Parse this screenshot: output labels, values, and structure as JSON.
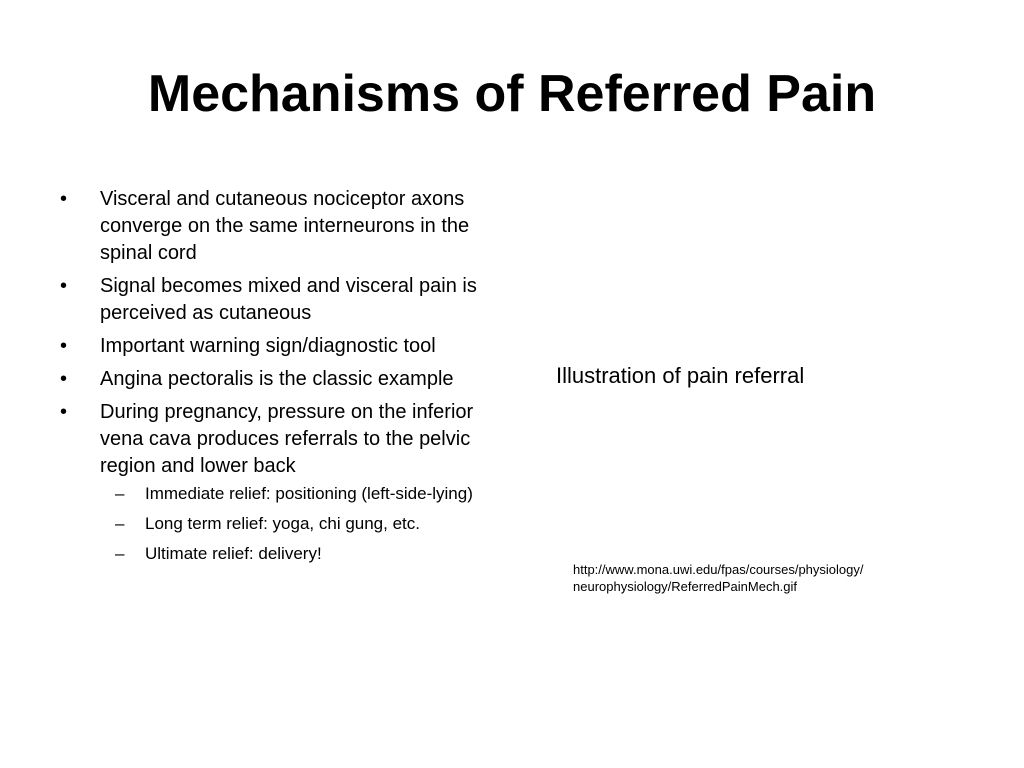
{
  "slide": {
    "title": "Mechanisms of Referred Pain",
    "bullet_marker": "•",
    "sub_marker": "–",
    "bullets": [
      {
        "text": "Visceral and cutaneous nociceptor axons converge on the same interneurons in the spinal cord"
      },
      {
        "text": "Signal becomes mixed and visceral pain is perceived as cutaneous"
      },
      {
        "text": "Important warning sign/diagnostic tool"
      },
      {
        "text": "Angina pectoralis is the classic example"
      },
      {
        "text": "During pregnancy, pressure on the inferior vena cava produces referrals to the pelvic region and lower back",
        "sub": [
          "Immediate relief: positioning (left-side-lying)",
          "Long term relief: yoga, chi gung, etc.",
          "Ultimate relief: delivery!"
        ]
      }
    ],
    "image_caption": "Illustration of pain referral",
    "source_url_line1": "http://www.mona.uwi.edu/fpas/courses/physiology/",
    "source_url_line2": "neurophysiology/ReferredPainMech.gif"
  }
}
